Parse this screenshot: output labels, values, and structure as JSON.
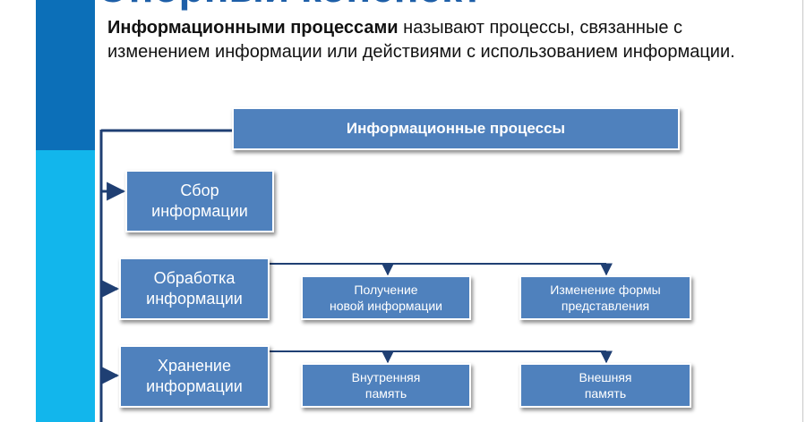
{
  "slide": {
    "heading_partial": "Опорный конспект",
    "definition": {
      "term": "Информационными процессами",
      "rest": " называют процессы, связанные с изменением информации или действиями с использованием информации."
    }
  },
  "diagram": {
    "root": "Информационные процессы",
    "categories": [
      {
        "label": "Сбор\nинформации",
        "children": []
      },
      {
        "label": "Обработка\nинформации",
        "children": [
          "Получение\nновой информации",
          "Изменение формы\nпредставления"
        ]
      },
      {
        "label": "Хранение\nинформации",
        "children": [
          "Внутренняя\nпамять",
          "Внешняя\nпамять"
        ]
      }
    ]
  },
  "colors": {
    "box_fill": "#4f81bd",
    "connector": "#1f3f73",
    "band_dark": "#0c6fb8",
    "band_light": "#12b6ec",
    "heading": "#1e5fa8"
  }
}
